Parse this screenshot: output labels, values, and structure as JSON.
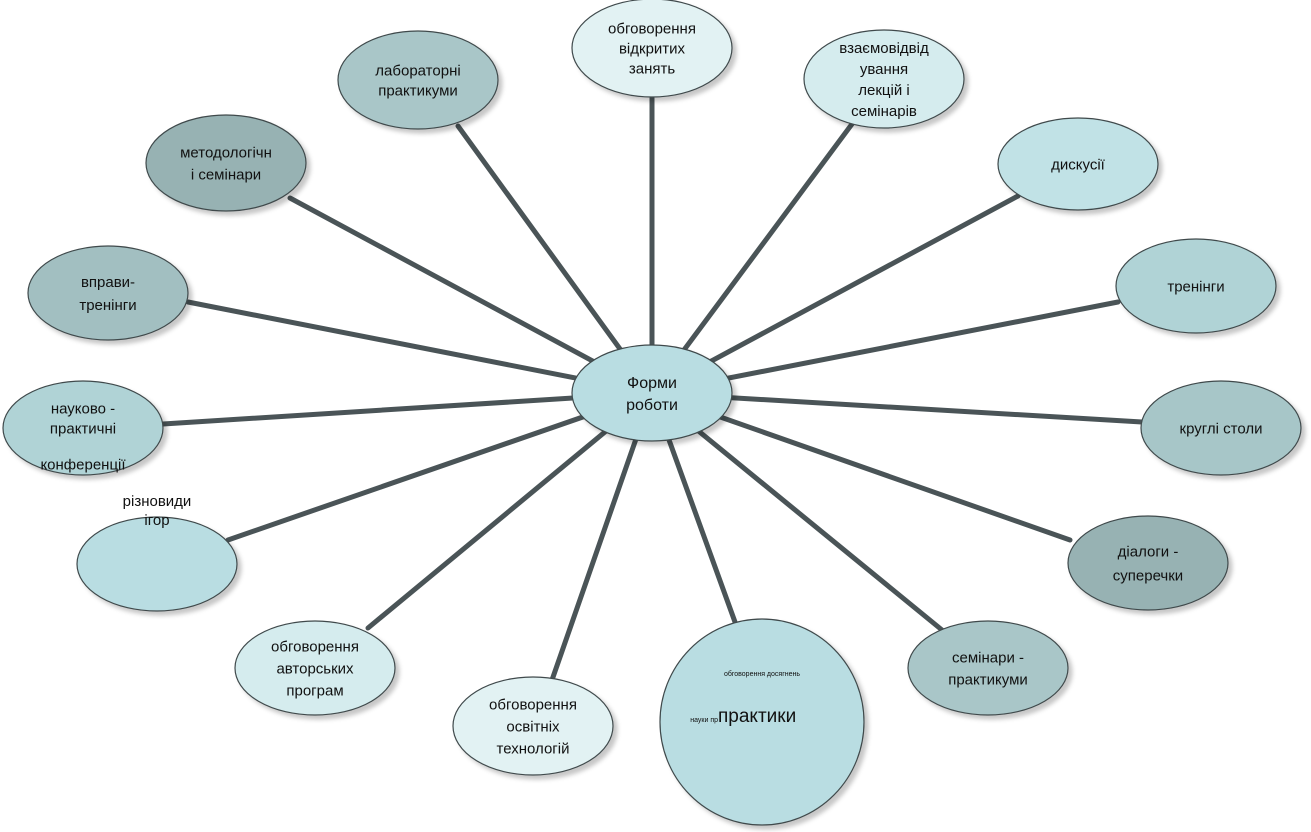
{
  "diagram": {
    "center": {
      "lines": [
        "Форми",
        "роботи"
      ],
      "fill": "#b9dde2"
    },
    "stroke_color": "#4a5457",
    "nodes": [
      {
        "id": "obhovorennia-vidkrytykh-zaniat",
        "lines": [
          "обговорення",
          "відкритих",
          "занять"
        ],
        "fill": "#e2f2f3"
      },
      {
        "id": "vzaiemovidviduvannia",
        "lines": [
          "взаємовідвід",
          "ування",
          "лекцій і",
          "семінарів"
        ],
        "fill": "#d5ecee"
      },
      {
        "id": "dyskusii",
        "lines": [
          "дискусії"
        ],
        "fill": "#c1e2e6"
      },
      {
        "id": "treninhy",
        "lines": [
          "тренінги"
        ],
        "fill": "#b0d3d6"
      },
      {
        "id": "kruhli-stoly",
        "lines": [
          "круглі столи"
        ],
        "fill": "#a7c6c8"
      },
      {
        "id": "dialohy-superechky",
        "lines": [
          "діалоги -",
          "суперечки"
        ],
        "fill": "#97b2b3"
      },
      {
        "id": "seminary-praktykumy",
        "lines": [
          "семінари -",
          "практикуми"
        ],
        "fill": "#a9c6c8"
      },
      {
        "id": "obhovorennia-dosiahnen",
        "lines": [
          "обговорення досягнень",
          "науки пр",
          "практики"
        ],
        "fill": "#b9dde2"
      },
      {
        "id": "obhovorennia-osvitnikh-tekhnolohii",
        "lines": [
          "обговорення",
          "освітніх",
          "технологій"
        ],
        "fill": "#e2f2f3"
      },
      {
        "id": "obhovorennia-avtorskykh-prohram",
        "lines": [
          "обговорення",
          "авторських",
          "програм"
        ],
        "fill": "#d5ecee"
      },
      {
        "id": "riznovydy-ihor",
        "lines": [
          "різновиди",
          "ігор"
        ],
        "fill": "#b9dde2"
      },
      {
        "id": "naukovo-praktychni-konferentsii",
        "lines": [
          "науково -",
          "практичні",
          "конференції"
        ],
        "fill": "#b0d3d6"
      },
      {
        "id": "vpravy-treninhy",
        "lines": [
          "вправи-",
          "тренінги"
        ],
        "fill": "#a2bfc1"
      },
      {
        "id": "metodolohichni-seminary",
        "lines": [
          "методологічн",
          "і семінари"
        ],
        "fill": "#97b2b3"
      },
      {
        "id": "laboratorni-praktykumy",
        "lines": [
          "лабораторні",
          "практикуми"
        ],
        "fill": "#a9c6c8"
      }
    ]
  }
}
